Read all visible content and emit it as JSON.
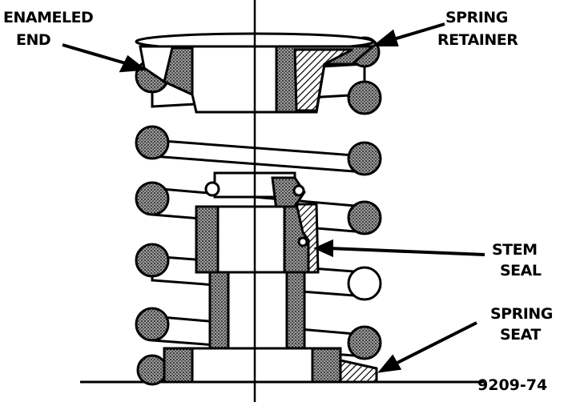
{
  "labels": {
    "enameled_end_line1": "ENAMELED",
    "enameled_end_line2": "END",
    "spring_retainer_line1": "SPRING",
    "spring_retainer_line2": "RETAINER",
    "stem_seal_line1": "STEM",
    "stem_seal_line2": "SEAL",
    "spring_seat_line1": "SPRING",
    "spring_seat_line2": "SEAT"
  },
  "figure_number": "9209-74",
  "colors": {
    "ink": "#000000",
    "paper": "#ffffff",
    "coil_fill": "#7a7a7a",
    "body_fill": "#ffffff"
  }
}
